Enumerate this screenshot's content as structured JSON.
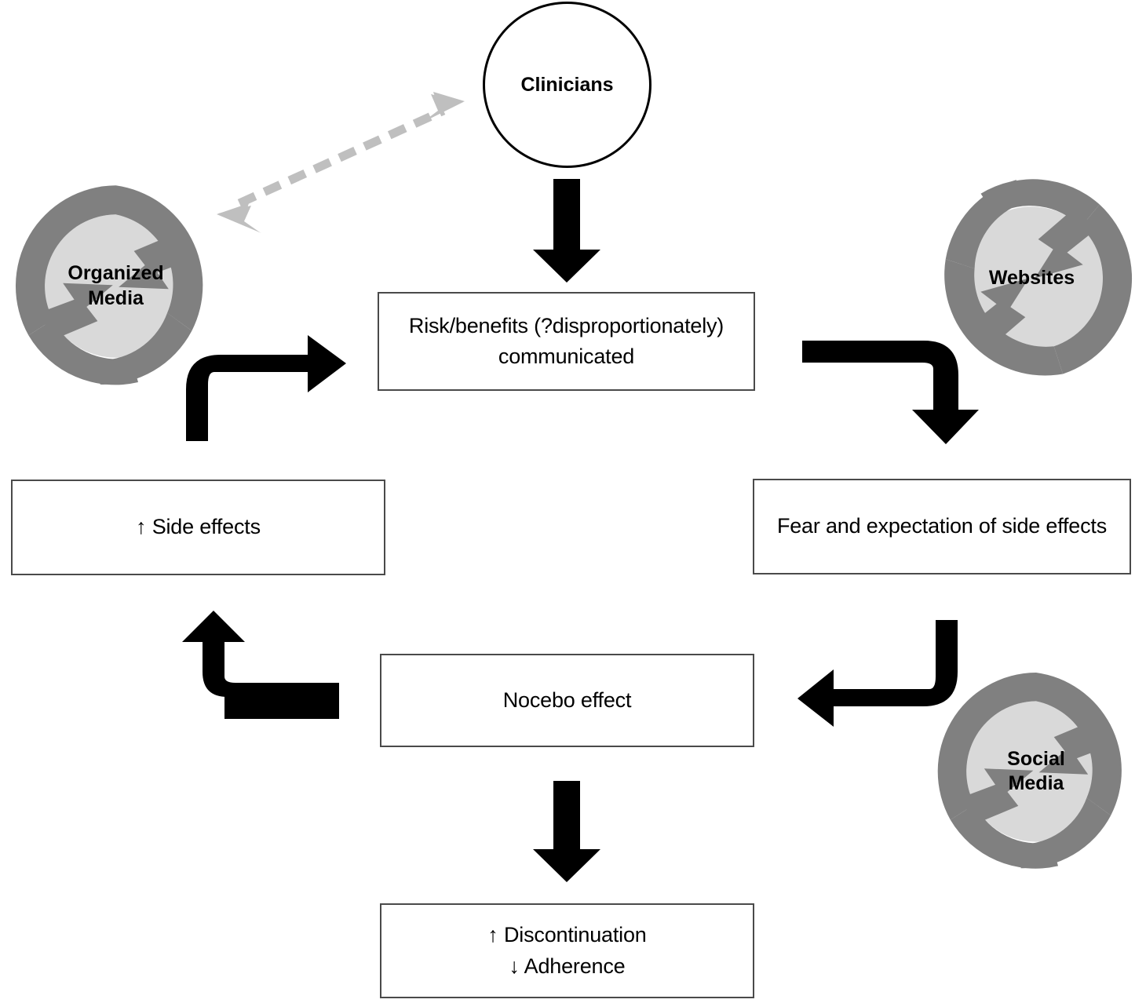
{
  "figure": {
    "type": "flow-diagram",
    "title_visible": false,
    "background_color": "#ffffff"
  },
  "colors": {
    "arrow_black": "#000000",
    "arrow_dashed_gray": "#bfbfbf",
    "cycle_ring_gray": "#808080",
    "cycle_inner_gray": "#d9d9d9",
    "box_border": "#4a4a4a",
    "text": "#000000"
  },
  "nodes": {
    "clinicians": {
      "label": "Clinicians",
      "shape": "circle"
    },
    "organized_media": {
      "label": "Organized\nMedia",
      "shape": "cycle-icon"
    },
    "websites": {
      "label": "Websites",
      "shape": "cycle-icon"
    },
    "social_media": {
      "label": "Social\nMedia",
      "shape": "cycle-icon"
    },
    "risk_benefits": {
      "label": "Risk/benefits (?disproportionately)\ncommunicated",
      "shape": "rectangle"
    },
    "side_effects": {
      "label": "↑ Side effects",
      "shape": "rectangle"
    },
    "fear_expectation": {
      "label": "Fear and expectation of side effects",
      "shape": "rectangle"
    },
    "nocebo_effect": {
      "label": "Nocebo effect",
      "shape": "rectangle"
    },
    "discontinuation_adherence": {
      "label": "↑ Discontinuation\n↓ Adherence",
      "shape": "rectangle"
    }
  },
  "edges": [
    {
      "id": "clinicians-organized-media",
      "from": "clinicians",
      "to": "organized_media",
      "style": "dashed",
      "color": "#bfbfbf",
      "direction": "bidirectional"
    },
    {
      "id": "clinicians-risk-benefits",
      "from": "clinicians",
      "to": "risk_benefits",
      "style": "solid",
      "color": "#000000",
      "direction": "down"
    },
    {
      "id": "organized-media-risk-benefits",
      "from": "organized_media",
      "to": "risk_benefits",
      "style": "solid-elbow",
      "color": "#000000",
      "direction": "up-right"
    },
    {
      "id": "websites-fear-expectation",
      "from": "websites",
      "to": "fear_expectation",
      "style": "solid-elbow",
      "color": "#000000",
      "direction": "right-down"
    },
    {
      "id": "fear-expectation-nocebo",
      "from": "fear_expectation",
      "to": "nocebo_effect",
      "style": "solid-elbow",
      "color": "#000000",
      "direction": "down-left"
    },
    {
      "id": "nocebo-side-effects",
      "from": "nocebo_effect",
      "to": "side_effects",
      "style": "solid-elbow",
      "color": "#000000",
      "direction": "left-up"
    },
    {
      "id": "nocebo-discontinuation",
      "from": "nocebo_effect",
      "to": "discontinuation_adherence",
      "style": "solid",
      "color": "#000000",
      "direction": "down"
    }
  ],
  "icons": {
    "cycle": "cycle-arrows-icon",
    "arrow_down": "arrow-down-icon",
    "arrow_elbow": "arrow-elbow-icon",
    "arrow_dashed_double": "arrow-dashed-double-icon"
  }
}
